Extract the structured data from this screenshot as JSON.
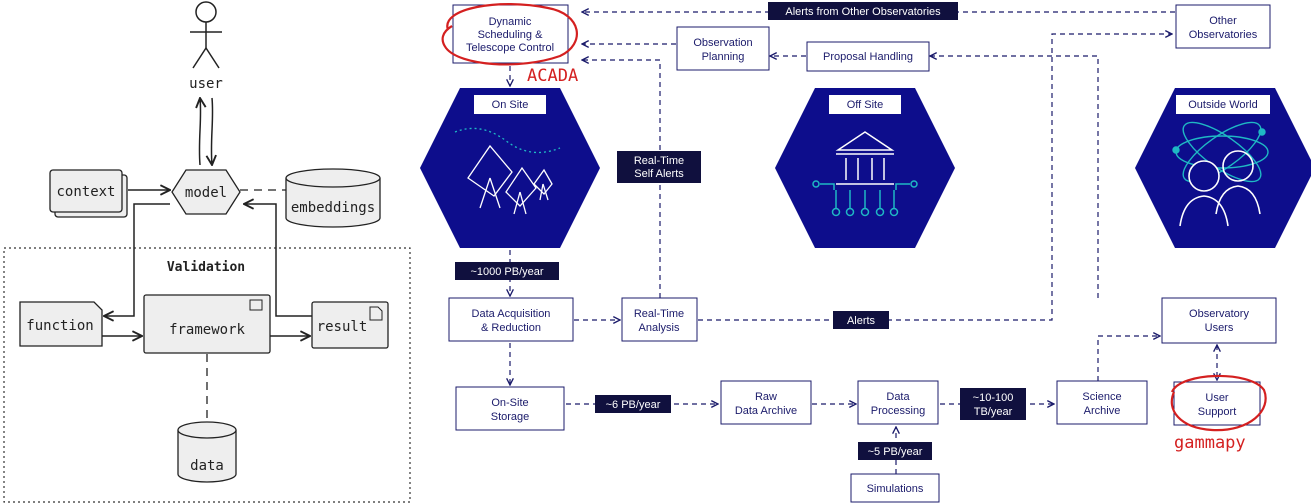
{
  "sketch": {
    "user": "user",
    "model": "model",
    "context": "context",
    "embeddings": "embeddings",
    "validation": "Validation",
    "function": "function",
    "framework": "framework",
    "result": "result",
    "data": "data"
  },
  "flow": {
    "dynamic_scheduling": [
      "Dynamic",
      "Scheduling &",
      "Telescope Control"
    ],
    "alerts_other": "Alerts from Other Observatories",
    "other_observatories": [
      "Other",
      "Observatories"
    ],
    "observation_planning": [
      "Observation",
      "Planning"
    ],
    "proposal_handling": "Proposal Handling",
    "on_site": "On Site",
    "off_site": "Off Site",
    "outside_world": "Outside World",
    "realtime_self_alerts": [
      "Real-Time",
      "Self Alerts"
    ],
    "rate_1000": "~1000 PB/year",
    "data_acquisition": [
      "Data Acquisition",
      "& Reduction"
    ],
    "realtime_analysis": [
      "Real-Time",
      "Analysis"
    ],
    "alerts": "Alerts",
    "observatory_users": [
      "Observatory",
      "Users"
    ],
    "onsite_storage": [
      "On-Site",
      "Storage"
    ],
    "rate_6": "~6 PB/year",
    "raw_archive": [
      "Raw",
      "Data Archive"
    ],
    "data_processing": [
      "Data",
      "Processing"
    ],
    "rate_10_100": [
      "~10-100",
      "TB/year"
    ],
    "science_archive": [
      "Science",
      "Archive"
    ],
    "user_support": [
      "User",
      "Support"
    ],
    "rate_5": "~5 PB/year",
    "simulations": "Simulations"
  },
  "annotations": {
    "acada": "ACADA",
    "gammapy": "gammapy"
  },
  "colors": {
    "navy": "#0d0d8c",
    "label_bg": "#10103e",
    "box_text": "#1b1b6b",
    "annotation": "#d42020",
    "teal": "#1fb8c4"
  }
}
